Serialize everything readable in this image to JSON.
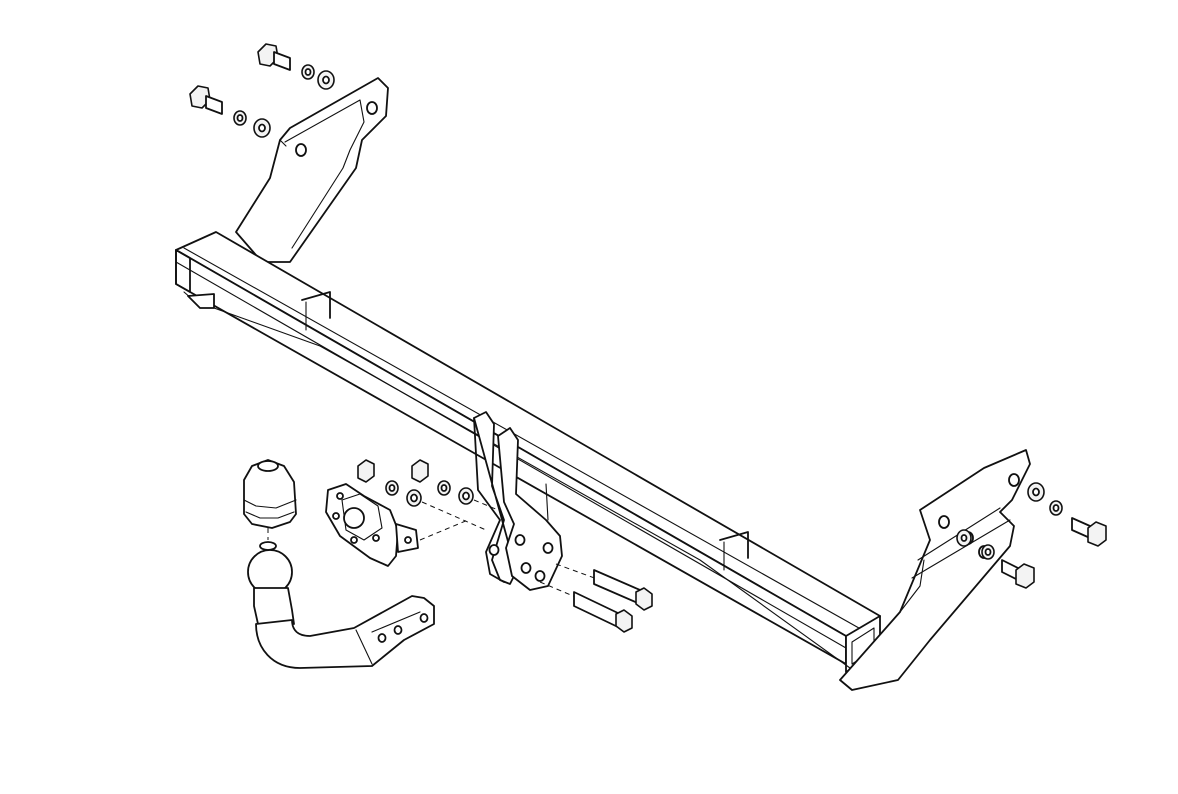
{
  "diagram": {
    "kind": "exploded-assembly-line-drawing",
    "line_color": "#111111",
    "background": "#ffffff",
    "components": [
      "left-mounting-bracket",
      "right-mounting-bracket",
      "main-crossbar",
      "center-drop-bracket",
      "tow-ball-neck",
      "ball-cover-cap",
      "socket-plate",
      "hex-bolts",
      "washers",
      "nuts"
    ]
  }
}
